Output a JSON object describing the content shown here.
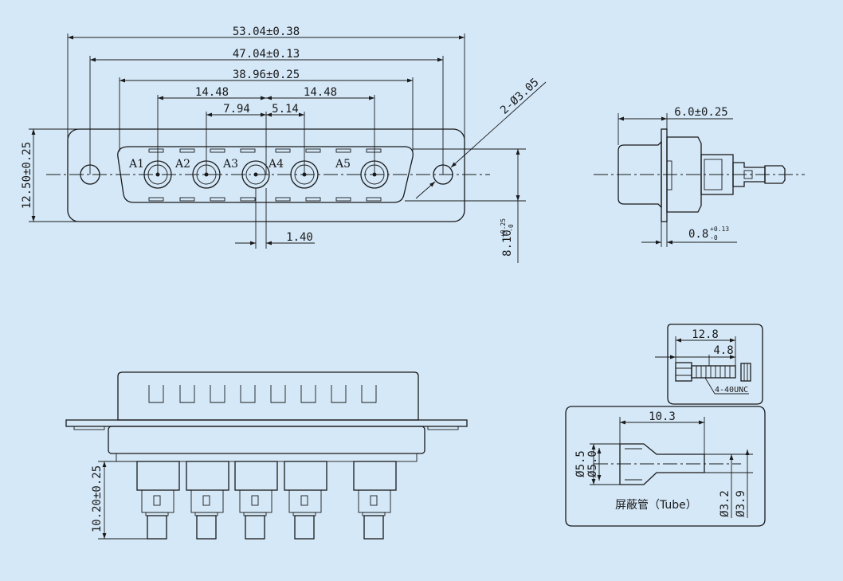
{
  "front_view": {
    "dim_overall_width": "53.04±0.38",
    "dim_mount_hole_pitch": "47.04±0.13",
    "dim_shell_width": "38.96±0.25",
    "dim_contact_pitch_left": "14.48",
    "dim_contact_pitch_mid_left": "7.94",
    "dim_contact_pitch_mid_right": "5.14",
    "dim_contact_pitch_right": "14.48",
    "dim_hole_diameter": "2-Ø3.05",
    "dim_flange_height": "12.50±0.25",
    "dim_offset": "1.40",
    "dim_shell_height_main": "8.10",
    "dim_shell_height_tol_plus": "+0.25",
    "dim_shell_height_tol_minus": "-0",
    "pin_labels": [
      "A1",
      "A2",
      "A3",
      "A4",
      "A5"
    ]
  },
  "side_view": {
    "dim_depth": "6.0±0.25",
    "dim_flange_thickness_main": "0.8",
    "dim_flange_thickness_tol_plus": "+0.13",
    "dim_flange_thickness_tol_minus": "-0"
  },
  "bottom_view": {
    "dim_pin_length": "10.20±0.25"
  },
  "screw_detail": {
    "dim_total_length": "12.8",
    "dim_thread_length": "4.8",
    "thread_spec": "4-40UNC"
  },
  "tube_detail": {
    "dim_length": "10.3",
    "dim_outer_diameter_large": "Ø5.5",
    "dim_inner_diameter_large": "Ø5.0",
    "dim_inner_diameter_small": "Ø3.2",
    "dim_outer_diameter_small": "Ø3.9",
    "caption": "屏蔽管（Tube）"
  }
}
